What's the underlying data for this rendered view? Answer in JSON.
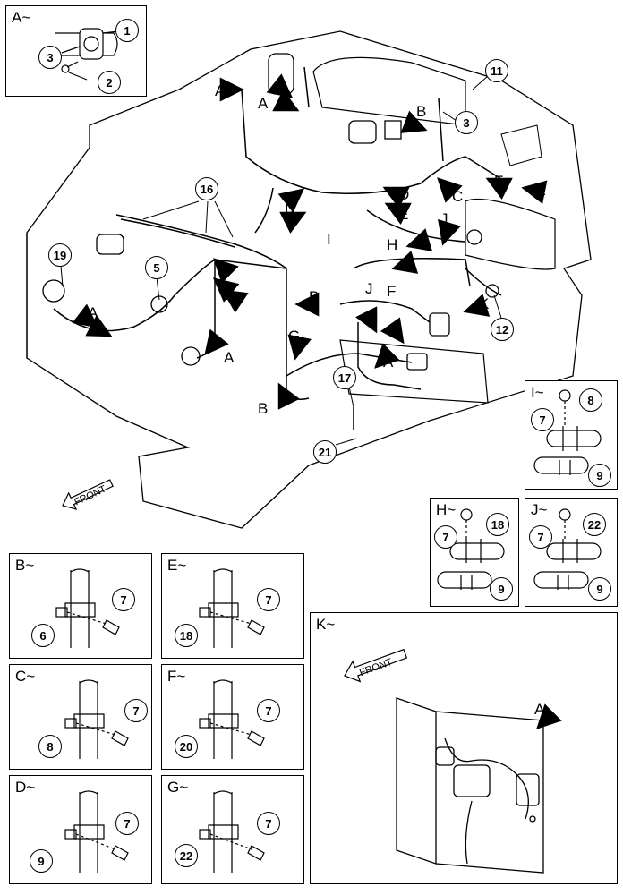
{
  "panels": {
    "A": "A~",
    "B": "B~",
    "C": "C~",
    "D": "D~",
    "E": "E~",
    "F": "F~",
    "G": "G~",
    "H": "H~",
    "I": "I~",
    "J": "J~",
    "K": "K~"
  },
  "front_label": "FRONT",
  "main_labels": {
    "a1": "A",
    "a2": "A",
    "a3": "A",
    "a4": "A",
    "a5": "A",
    "a6": "A",
    "b1": "B",
    "b2": "B",
    "b3": "B",
    "b4": "B",
    "c1": "C",
    "d1": "D",
    "d2": "D",
    "e1": "E",
    "f1": "F",
    "f2": "F",
    "g1": "G",
    "h1": "H",
    "i1": "I",
    "i2": "I",
    "j1": "J",
    "j2": "J",
    "k1": "K"
  },
  "main_callouts": {
    "c11": "11",
    "c3": "3",
    "c16": "16",
    "c19": "19",
    "c5": "5",
    "c12": "12",
    "c17": "17",
    "c21": "21"
  },
  "inset_A": {
    "c1": "1",
    "c2": "2",
    "c3": "3"
  },
  "inset_B": {
    "clip": "6",
    "bolt": "7"
  },
  "inset_C": {
    "clip": "8",
    "bolt": "7"
  },
  "inset_D": {
    "clip": "9",
    "bolt": "7"
  },
  "inset_E": {
    "clip": "18",
    "bolt": "7"
  },
  "inset_F": {
    "clip": "20",
    "bolt": "7"
  },
  "inset_G": {
    "clip": "22",
    "bolt": "7"
  },
  "inset_H": {
    "bolt": "7",
    "clip": "18",
    "clip2": "9"
  },
  "inset_I": {
    "bolt": "7",
    "clip": "8",
    "clip2": "9"
  },
  "inset_J": {
    "bolt": "7",
    "clip": "22",
    "clip2": "9"
  },
  "inset_K": {
    "label": "A",
    "front": "FRONT"
  }
}
